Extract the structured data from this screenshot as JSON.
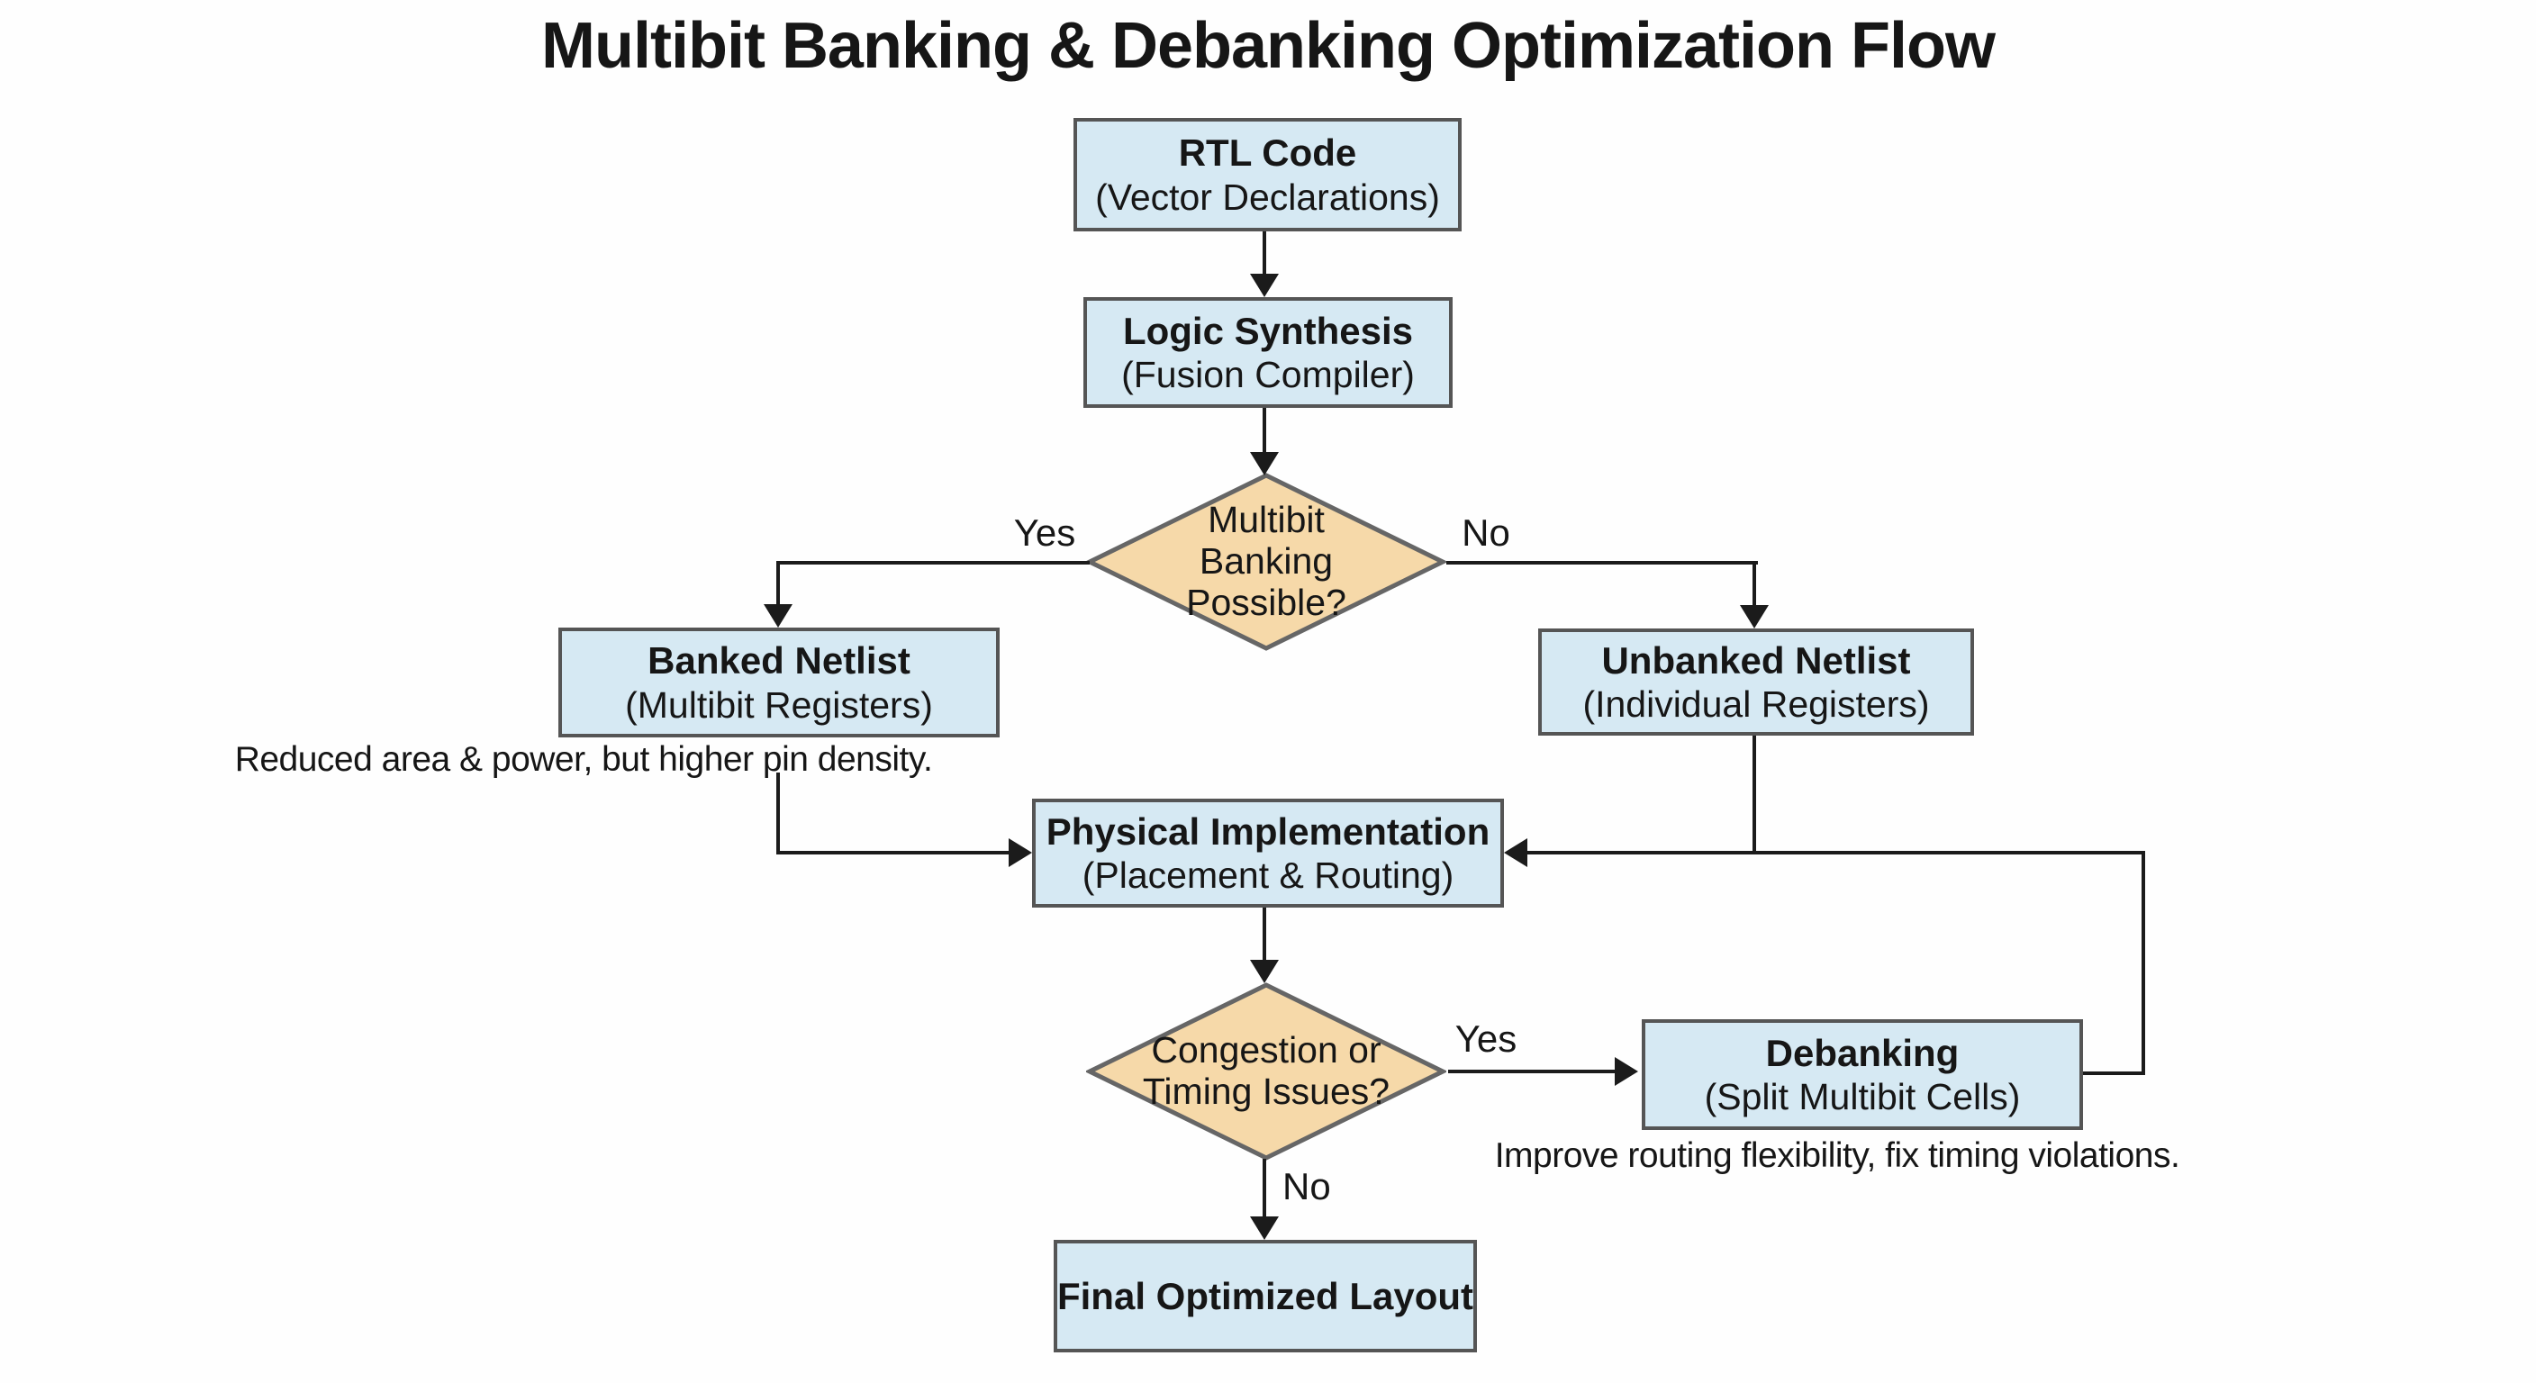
{
  "title": "Multibit Banking & Debanking Optimization Flow",
  "nodes": {
    "rtl": {
      "title": "RTL Code",
      "subtitle": "(Vector Declarations)"
    },
    "synthesis": {
      "title": "Logic Synthesis",
      "subtitle": "(Fusion Compiler)"
    },
    "banked": {
      "title": "Banked Netlist",
      "subtitle": "(Multibit Registers)"
    },
    "unbanked": {
      "title": "Unbanked Netlist",
      "subtitle": "(Individual Registers)"
    },
    "physical": {
      "title": "Physical Implementation",
      "subtitle": "(Placement & Routing)"
    },
    "debanking": {
      "title": "Debanking",
      "subtitle": "(Split Multibit Cells)"
    },
    "final": {
      "title": "Final Optimized Layout"
    }
  },
  "decisions": {
    "banking": {
      "lines": [
        "Multibit",
        "Banking",
        "Possible?"
      ]
    },
    "congestion": {
      "lines": [
        "Congestion or",
        "Timing Issues?"
      ]
    }
  },
  "edge_labels": {
    "banking_yes": "Yes",
    "banking_no": "No",
    "congestion_yes": "Yes",
    "congestion_no": "No"
  },
  "annotations": {
    "banked_note": "Reduced area & power, but higher pin density.",
    "debanking_note": "Improve routing flexibility, fix timing violations."
  },
  "colors": {
    "node_fill": "#d6e9f3",
    "node_border": "#555555",
    "decision_fill": "#f6d9a9",
    "decision_border": "#666666",
    "line": "#1b1b1b",
    "text": "#161616",
    "background": "#fefefe"
  }
}
